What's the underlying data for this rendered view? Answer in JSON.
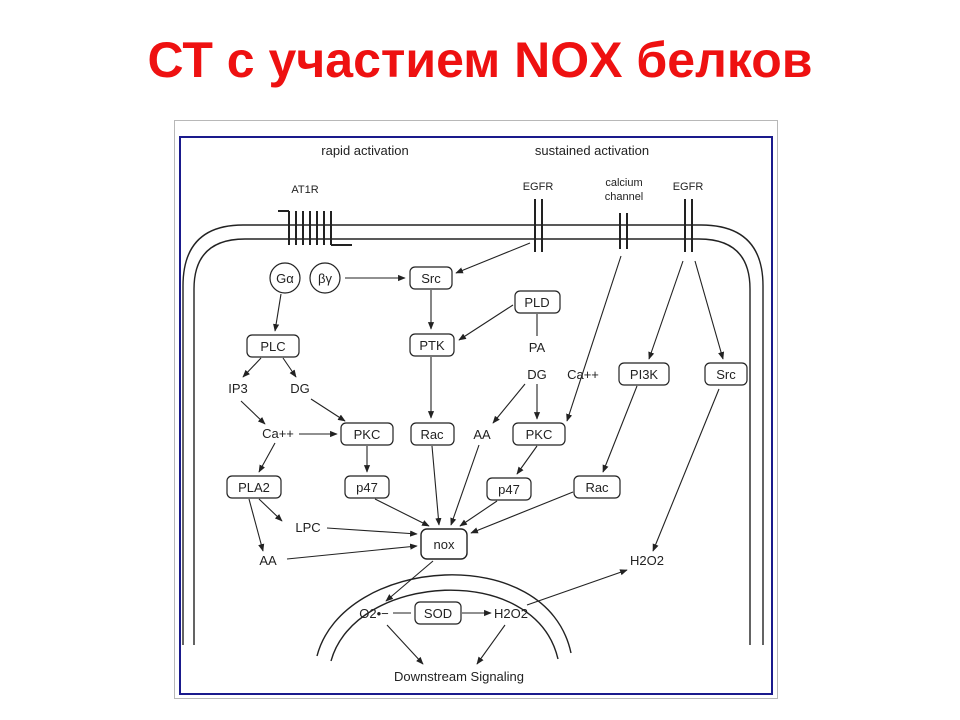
{
  "slide": {
    "title": "СТ с участием NOX белков"
  },
  "diagram": {
    "header": {
      "rapid": "rapid activation",
      "sustained": "sustained activation"
    },
    "receptors": {
      "at1r": "AT1R",
      "egfr_left": "EGFR",
      "calcium_channel_line1": "calcium",
      "calcium_channel_line2": "channel",
      "egfr_right": "EGFR"
    },
    "nodes": {
      "g_alpha": "Gα",
      "beta_gamma": "βγ",
      "src_top": "Src",
      "pld": "PLD",
      "plc": "PLC",
      "ptk": "PTK",
      "pa": "PA",
      "ip3": "IP3",
      "dg_left": "DG",
      "dg_right": "DG",
      "ca_right": "Ca++",
      "pi3k": "PI3K",
      "src_right": "Src",
      "ca_left": "Ca++",
      "pkc_left": "PKC",
      "rac_center": "Rac",
      "aa_center": "AA",
      "pkc_right": "PKC",
      "pla2": "PLA2",
      "p47_left": "p47",
      "p47_right": "p47",
      "rac_right": "Rac",
      "lpc": "LPC",
      "nox": "nox",
      "aa_left": "AA",
      "h2o2_right": "H2O2",
      "superoxide": "O2•−",
      "sod": "SOD",
      "h2o2_bottom": "H2O2",
      "downstream": "Downstream Signaling"
    },
    "colors": {
      "frame": "#1a1a8c",
      "title": "#ee1111",
      "ink": "#222222"
    }
  }
}
